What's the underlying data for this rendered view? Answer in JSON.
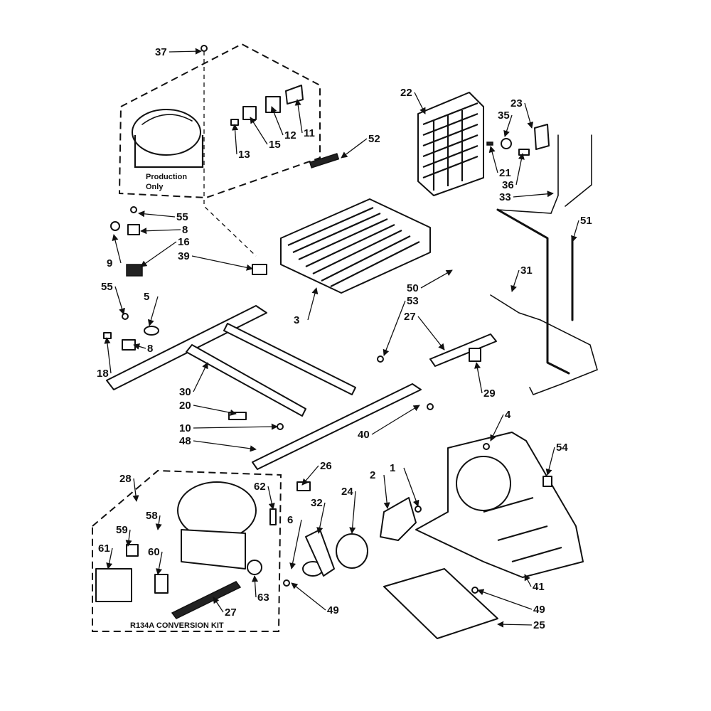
{
  "diagram": {
    "notes": {
      "production_only_line1": "Production",
      "production_only_line2": "Only",
      "conversion_kit": "R134A CONVERSION KIT"
    },
    "callouts": [
      "37",
      "13",
      "15",
      "12",
      "11",
      "52",
      "22",
      "23",
      "35",
      "21",
      "36",
      "33",
      "55",
      "8",
      "9",
      "16",
      "39",
      "3",
      "51",
      "31",
      "50",
      "53",
      "27",
      "55",
      "5",
      "8",
      "18",
      "30",
      "20",
      "10",
      "48",
      "40",
      "29",
      "4",
      "54",
      "28",
      "26",
      "62",
      "58",
      "59",
      "61",
      "60",
      "27",
      "63",
      "6",
      "32",
      "24",
      "2",
      "1",
      "49",
      "41",
      "49",
      "25"
    ]
  }
}
